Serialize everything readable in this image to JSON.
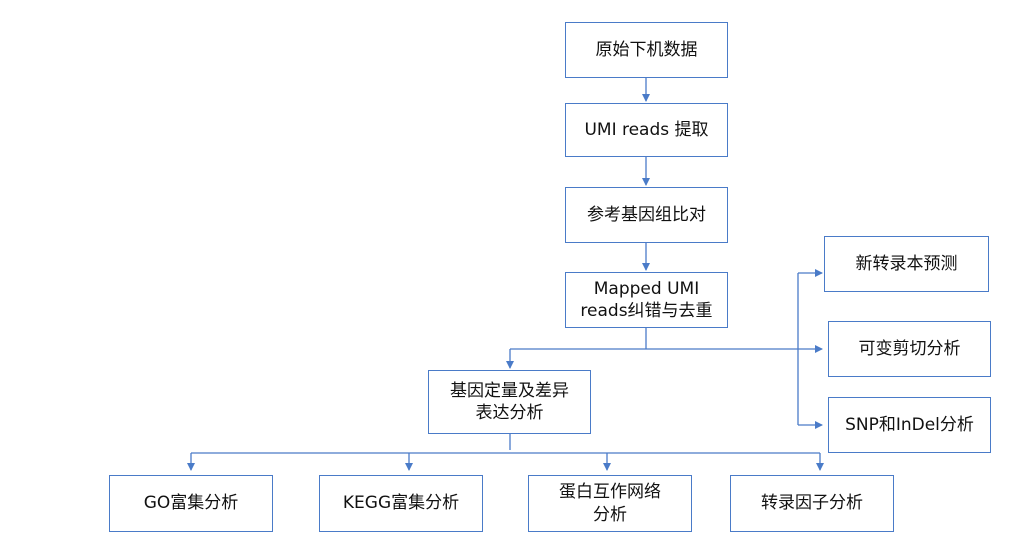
{
  "colors": {
    "node_border": "#4a7bc8",
    "connector": "#4a7bc8",
    "text": "#111111"
  },
  "nodes": {
    "raw_data": "原始下机数据",
    "umi_extract": "UMI reads 提取",
    "ref_align": "参考基因组比对",
    "correction": "Mapped UMI\nreads纠错与去重",
    "new_transcript": "新转录本预测",
    "alt_splicing": "可变剪切分析",
    "snp_indel": "SNP和InDel分析",
    "gene_quant": "基因定量及差异\n表达分析",
    "go_enrich": "GO富集分析",
    "kegg_enrich": "KEGG富集分析",
    "ppi_network": "蛋白互作网络\n分析",
    "tf_analysis": "转录因子分析"
  }
}
